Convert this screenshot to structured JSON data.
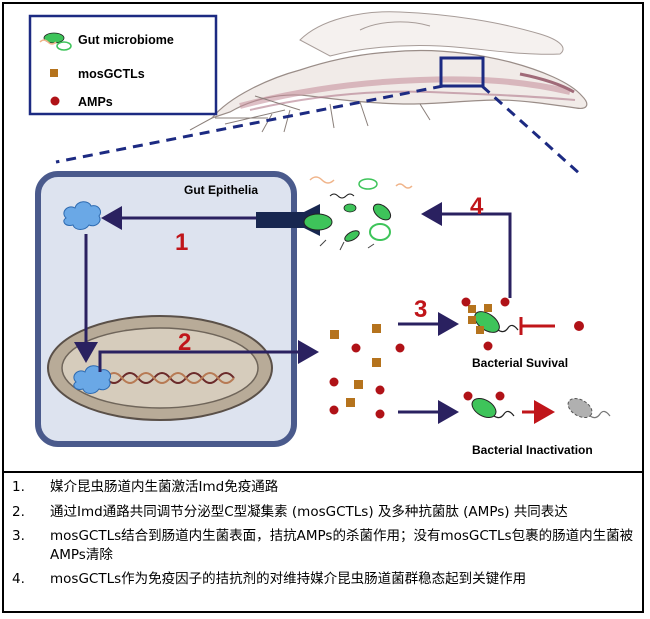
{
  "legend": {
    "items": [
      {
        "label": "Gut microbiome"
      },
      {
        "label": "mosGCTLs"
      },
      {
        "label": "AMPs"
      }
    ]
  },
  "cell": {
    "title": "Gut Epithelia"
  },
  "step_markers": [
    "1",
    "2",
    "3",
    "4"
  ],
  "outcomes": {
    "survival": "Bacterial Suvival",
    "inactivation": "Bacterial Inactivation"
  },
  "colors": {
    "cell_border": "#4a5a8c",
    "cell_fill": "#dde3ef",
    "arrow": "#2a2160",
    "step_number": "#c0151a",
    "amp": "#b01217",
    "mosgctl": "#b5731d",
    "bacteria": "#3ec45a"
  },
  "steps": [
    {
      "num": "1.",
      "text": "媒介昆虫肠道内生菌激活Imd免疫通路"
    },
    {
      "num": "2.",
      "text": "通过Imd通路共同调节分泌型C型凝集素 (mosGCTLs) 及多种抗菌肽 (AMPs) 共同表达"
    },
    {
      "num": "3.",
      "text": "mosGCTLs结合到肠道内生菌表面，拮抗AMPs的杀菌作用；没有mosGCTLs包裹的肠道内生菌被AMPs清除"
    },
    {
      "num": "4.",
      "text": "mosGCTLs作为免疫因子的拮抗剂的对维持媒介昆虫肠道菌群稳态起到关键作用"
    }
  ]
}
